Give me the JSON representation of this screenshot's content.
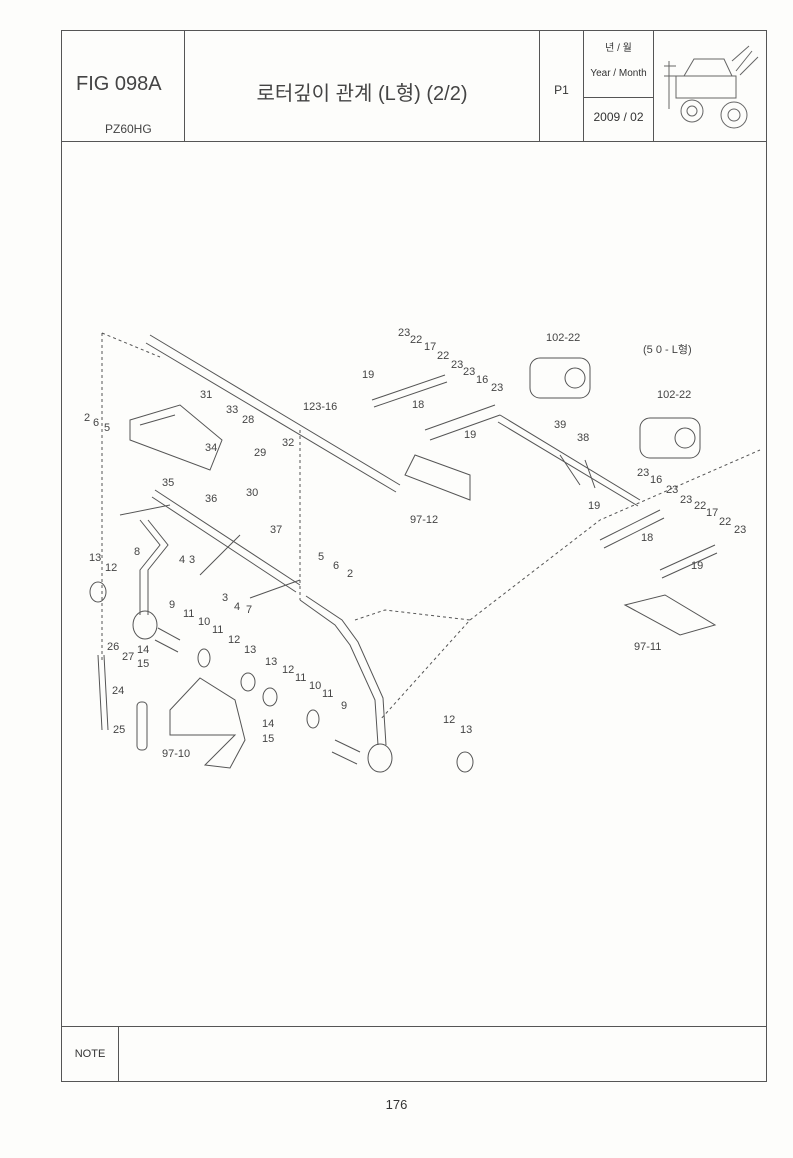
{
  "header": {
    "figure": "FIG 098A",
    "model": "PZ60HG",
    "title": "로터깊이 관계 (L형) (2/2)",
    "page_ref": "P1",
    "year_month_kr": "년 / 월",
    "year_month_en": "Year / Month",
    "date": "2009 / 02"
  },
  "diagram": {
    "callouts": [
      "23",
      "22",
      "17",
      "22",
      "23",
      "23",
      "16",
      "23",
      "19",
      "18",
      "19",
      "102-22",
      "(5 0 - L형)",
      "102-22",
      "39",
      "38",
      "23",
      "16",
      "23",
      "23",
      "22",
      "17",
      "22",
      "23",
      "19",
      "18",
      "19",
      "97-12",
      "97-11",
      "2",
      "6",
      "5",
      "31",
      "33",
      "28",
      "34",
      "32",
      "123-16",
      "29",
      "30",
      "35",
      "36",
      "37",
      "8",
      "4",
      "3",
      "13",
      "12",
      "5",
      "6",
      "2",
      "3",
      "4",
      "7",
      "9",
      "11",
      "10",
      "11",
      "12",
      "13",
      "26",
      "27",
      "14",
      "15",
      "24",
      "25",
      "97-10",
      "13",
      "12",
      "11",
      "10",
      "11",
      "9",
      "14",
      "15",
      "12",
      "13"
    ]
  },
  "note": {
    "label": "NOTE"
  },
  "footer": {
    "page_number": "176"
  }
}
